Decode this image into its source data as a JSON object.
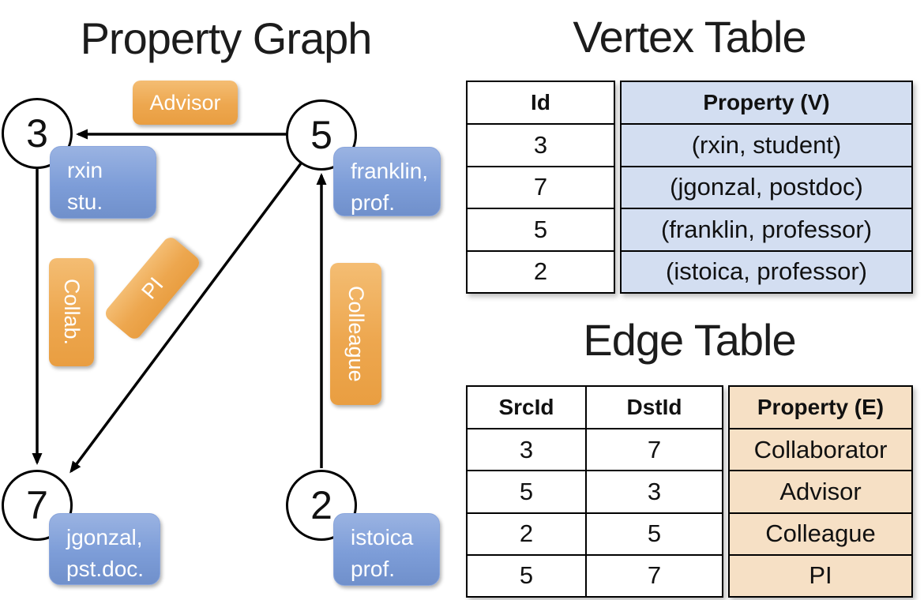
{
  "graph": {
    "title": "Property Graph",
    "node_ids": {
      "n3": "3",
      "n5": "5",
      "n7": "7",
      "n2": "2"
    },
    "node_properties": {
      "n3": [
        "rxin",
        "stu."
      ],
      "n5": [
        "franklin,",
        "prof."
      ],
      "n7": [
        "jgonzal,",
        "pst.doc."
      ],
      "n2": [
        "istoica",
        "prof."
      ]
    },
    "edge_labels": {
      "advisor": "Advisor",
      "collab": "Collab.",
      "pi": "PI",
      "colleague": "Colleague"
    }
  },
  "vertex_table": {
    "title": "Vertex Table",
    "columns": [
      "Id",
      "Property (V)"
    ],
    "rows": [
      [
        "3",
        "(rxin, student)"
      ],
      [
        "7",
        "(jgonzal, postdoc)"
      ],
      [
        "5",
        "(franklin, professor)"
      ],
      [
        "2",
        "(istoica, professor)"
      ]
    ]
  },
  "edge_table": {
    "title": "Edge Table",
    "columns": [
      "SrcId",
      "DstId",
      "Property (E)"
    ],
    "rows": [
      [
        "3",
        "7",
        "Collaborator"
      ],
      [
        "5",
        "3",
        "Advisor"
      ],
      [
        "2",
        "5",
        "Colleague"
      ],
      [
        "5",
        "7",
        "PI"
      ]
    ]
  },
  "colors": {
    "vertex_property_bg": "#d3def1",
    "edge_property_bg": "#f6e0c5",
    "node_box_blue": "#7d9dd8",
    "edge_label_orange": "#eda74f",
    "line_black": "#000000"
  }
}
